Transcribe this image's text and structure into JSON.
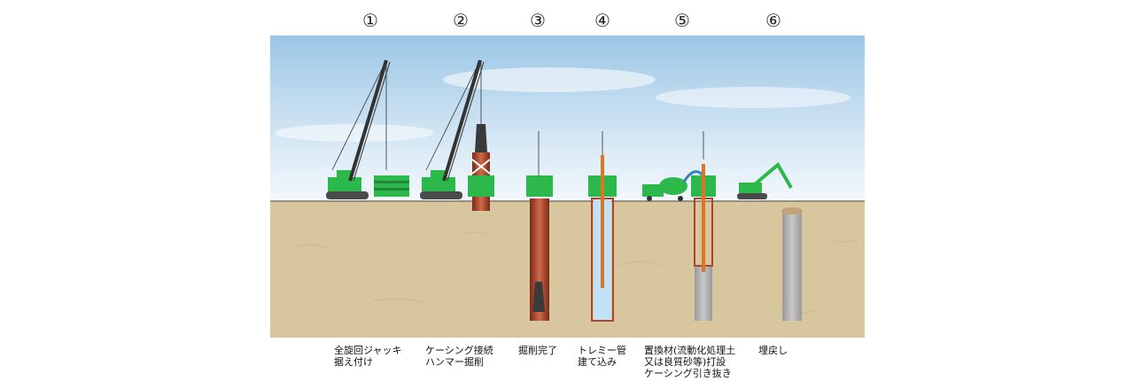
{
  "steps": [
    {
      "number": "①",
      "caption": [
        "全旋回ジャッキ",
        "据え付け"
      ]
    },
    {
      "number": "②",
      "caption": [
        "ケーシング接続",
        "ハンマー掘削"
      ]
    },
    {
      "number": "③",
      "caption": [
        "掘削完了"
      ]
    },
    {
      "number": "④",
      "caption": [
        "トレミー管",
        "建て込み"
      ]
    },
    {
      "number": "⑤",
      "caption": [
        "置換材(流動化処理土",
        "又は良質砂等)打設",
        "ケーシング引き抜き"
      ]
    },
    {
      "number": "⑥",
      "caption": [
        "埋戻し"
      ]
    }
  ],
  "colors": {
    "sky_top": "#9cc6e6",
    "sky_bottom": "#f3f8fc",
    "ground": "#d8c79e",
    "machine_green": "#2cb84a",
    "casing_red": "#b0442a",
    "pipe_orange": "#d9762a",
    "fill_gray": "#b4b4b4",
    "water_blue": "#bfe3f5"
  },
  "icons": [
    "crawler-crane-icon",
    "rotary-jack-icon",
    "hammer-grab-icon",
    "casing-icon",
    "tremie-pipe-icon",
    "mixer-truck-icon",
    "backhoe-icon"
  ]
}
